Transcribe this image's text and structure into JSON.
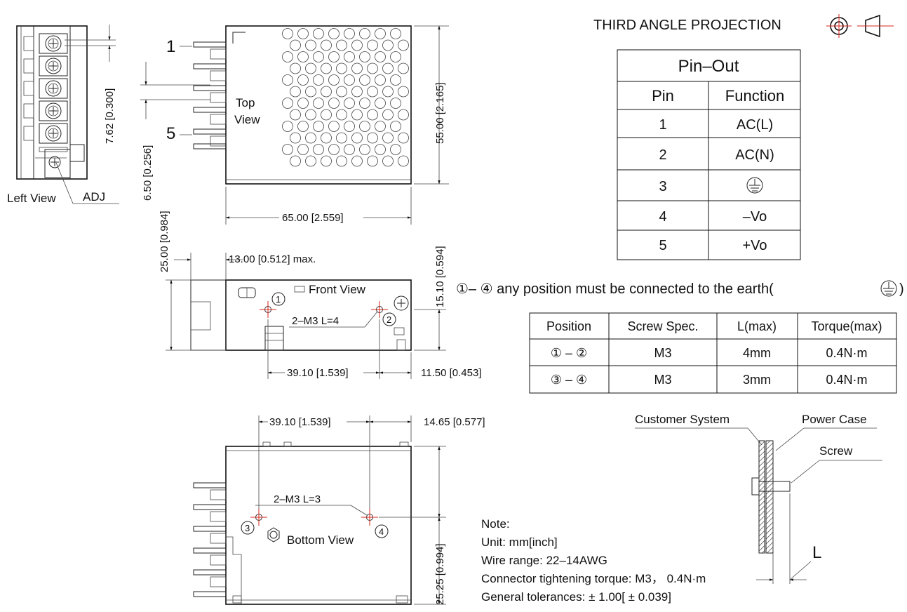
{
  "projection": {
    "title": "THIRD ANGLE PROJECTION"
  },
  "views": {
    "left": "Left View",
    "adj": "ADJ",
    "top_line1": "Top",
    "top_line2": "View",
    "front": "Front View",
    "bottom": "Bottom View",
    "pin_first": "1",
    "pin_last": "5"
  },
  "dimensions": {
    "pitch": "7.62 [0.300]",
    "offset": "6.50 [0.256]",
    "height_top": "55.00 [2.165]",
    "length": "65.00 [2.559]",
    "depth": "25.00 [0.984]",
    "terminal": "13.00 [0.512] max.",
    "front_height": "15.10 [0.594]",
    "front_hole_spacing": "39.10 [1.539]",
    "front_hole_edge": "11.50 [0.453]",
    "front_screw": "2–M3 L=4",
    "bottom_hole_spacing": "39.10 [1.539]",
    "bottom_hole_edge": "14.65 [0.577]",
    "bottom_screw": "2–M3 L=3",
    "bottom_height": "25.25 [0.994]"
  },
  "pinout": {
    "title": "Pin–Out",
    "headers": [
      "Pin",
      "Function"
    ],
    "rows": [
      [
        "1",
        "AC(L)"
      ],
      [
        "2",
        "AC(N)"
      ],
      [
        "3",
        ""
      ],
      [
        "4",
        "–Vo"
      ],
      [
        "5",
        "+Vo"
      ]
    ]
  },
  "earth_note": {
    "prefix": "①– ④ any position must be connected to the earth(",
    "suffix": ")"
  },
  "screw_table": {
    "headers": [
      "Position",
      "Screw Spec.",
      "L(max)",
      "Torque(max)"
    ],
    "rows": [
      [
        "① – ②",
        "M3",
        "4mm",
        "0.4N·m"
      ],
      [
        "③ – ④",
        "M3",
        "3mm",
        "0.4N·m"
      ]
    ]
  },
  "mount_detail": {
    "customer": "Customer System",
    "power_case": "Power Case",
    "screw": "Screw",
    "l": "L"
  },
  "markers": {
    "m1": "1",
    "m2": "2",
    "m3": "3",
    "m4": "4"
  },
  "notes": [
    "Note:",
    "Unit: mm[inch]",
    "Wire range: 22–14AWG",
    "Connector tightening torque: M3， 0.4N·m",
    "General tolerances: ± 1.00[ ± 0.039]"
  ]
}
